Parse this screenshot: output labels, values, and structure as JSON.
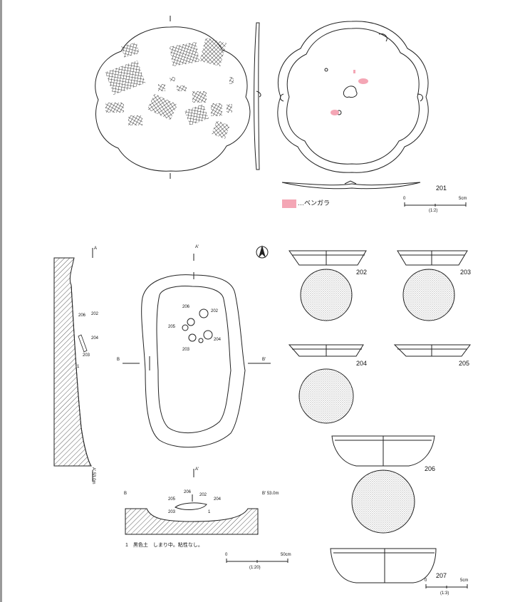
{
  "plate": {
    "mirror": {
      "number": "201",
      "legend_text": "…ベンガラ",
      "legend_color": "#f4a6b5",
      "scale": {
        "zero": "0",
        "max": "5cm",
        "ratio": "(1:2)"
      }
    },
    "pit": {
      "plan_labels": {
        "a_top": "A",
        "a_top2": "A'",
        "b_left": "B",
        "b_right": "B'"
      },
      "section_a_label": "A' 53.0m",
      "section_b_left": "B",
      "section_b_right": "B' 53.0m",
      "layer_number": "1",
      "plan_item_labels": [
        "206",
        "202",
        "205",
        "203",
        "204"
      ],
      "section_item_labels": [
        "205",
        "206",
        "202",
        "204",
        "203"
      ],
      "vertical_item_labels": [
        "202",
        "206",
        "204",
        "203"
      ],
      "layer_description": "1　黒色土　しまり中。粘性なし。",
      "scale": {
        "zero": "0",
        "max": "50cm",
        "ratio": "(1:20)"
      },
      "bottom_label": "A'"
    },
    "vessels": {
      "numbers": [
        "202",
        "203",
        "204",
        "205",
        "206",
        "207"
      ],
      "scale": {
        "zero": "0",
        "max": "5cm",
        "ratio": "(1:3)"
      }
    },
    "colors": {
      "line": "#222222",
      "pigment": "#f4a6b5",
      "hatch": "#333333"
    }
  }
}
